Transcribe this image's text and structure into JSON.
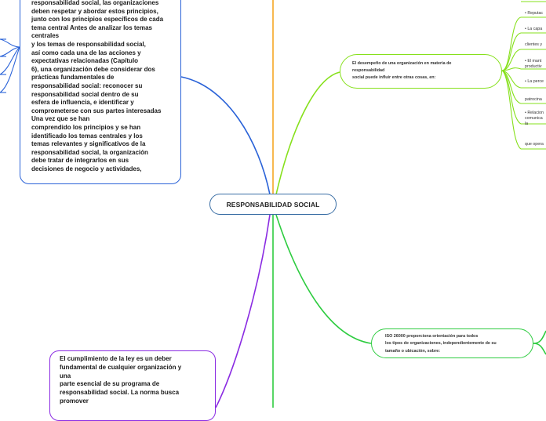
{
  "central_topic": "RESPONSABILIDAD SOCIAL",
  "blue_topic_lines": [
    "responsabilidad social, las organizaciones",
    "deben respetar y abordar estos principios,",
    "junto con los principios específicos de cada",
    "tema central   Antes de analizar los temas",
    "centrales",
    "y los temas de responsabilidad social,",
    "así como cada una de las acciones y",
    "expectativas relacionadas (Capítulo",
    "6), una organización debe considerar dos",
    "prácticas fundamentales de",
    "responsabilidad social: reconocer su",
    "responsabilidad social dentro de su",
    "esfera de influencia, e identificar y",
    "comprometerse con sus partes interesadas",
    "Una vez que se han",
    "comprendido los principios y se han",
    "identificado los temas centrales y los",
    "temas relevantes y significativos de la",
    "responsabilidad social, la organización",
    "debe tratar de integrarlos en sus",
    "decisiones de negocio y actividades,"
  ],
  "purple_topic_lines": [
    "El cumplimiento de la ley es un deber",
    "fundamental de cualquier organización y",
    "una",
    "parte esencial de su programa de",
    "responsabilidad social. La norma busca",
    "promover"
  ],
  "green_topic_1_lines": [
    "El desempeño de una organización en materia de",
    "responsabilidad",
    "social puede influir entre otras cosas, en:"
  ],
  "green_topic_2_lines": [
    "ISO 26000 proporciona orientación para todos",
    "los tipos de organizaciones, independientemente de su",
    "tamaño o ubicación, sobre:"
  ],
  "green_subtopics": [
    {
      "lines": [
        "• Reputac"
      ]
    },
    {
      "lines": [
        "• La capa"
      ]
    },
    {
      "lines": [
        "clientes y"
      ]
    },
    {
      "lines": [
        "• El mant",
        "productiv"
      ]
    },
    {
      "lines": [
        "• La perce"
      ]
    },
    {
      "lines": [
        "patrocina"
      ]
    },
    {
      "lines": [
        "• Relacion",
        "comunica",
        "la"
      ]
    },
    {
      "lines": [
        "que opera"
      ]
    }
  ],
  "colors": {
    "blue": "#2b63d8",
    "purple": "#8a2be2",
    "orange": "#f5a623",
    "yellow_green": "#86e01b",
    "green": "#2ecc40",
    "central_border": "#3a6ea5"
  }
}
